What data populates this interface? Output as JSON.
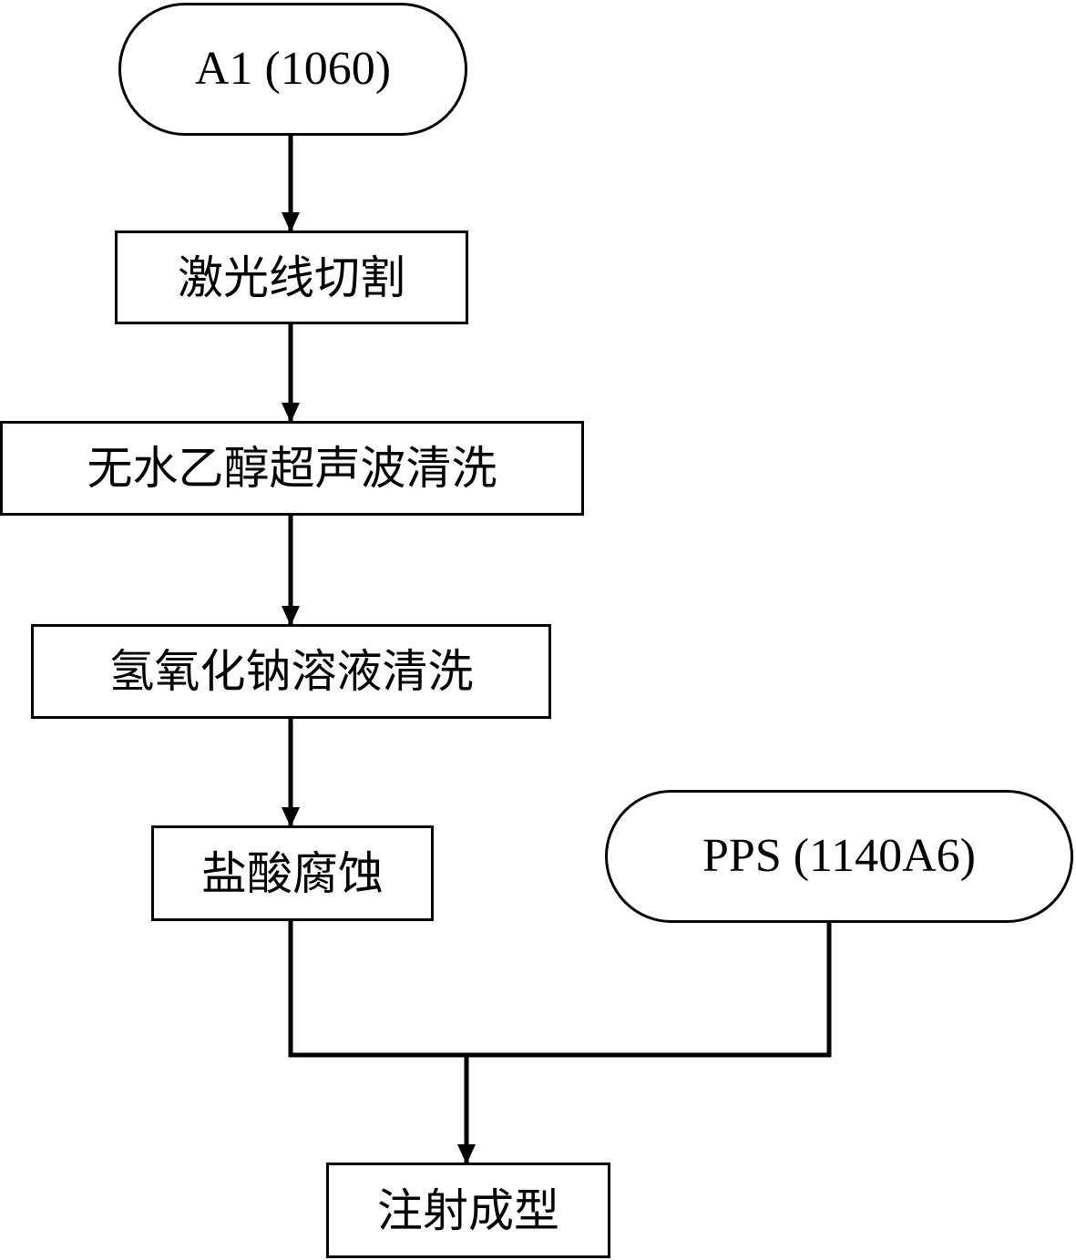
{
  "diagram": {
    "type": "flowchart",
    "nodes": {
      "start_material": {
        "shape": "terminal",
        "label": "A1 (1060)"
      },
      "laser_cut": {
        "shape": "process",
        "label": "激光线切割"
      },
      "ethanol_clean": {
        "shape": "process",
        "label": "无水乙醇超声波清洗"
      },
      "naoh_clean": {
        "shape": "process",
        "label": "氢氧化钠溶液清洗"
      },
      "hcl_etch": {
        "shape": "process",
        "label": "盐酸腐蚀"
      },
      "polymer": {
        "shape": "terminal",
        "label": "PPS (1140A6)"
      },
      "injection": {
        "shape": "process",
        "label": "注射成型"
      }
    },
    "edges": [
      {
        "from": "start_material",
        "to": "laser_cut"
      },
      {
        "from": "laser_cut",
        "to": "ethanol_clean"
      },
      {
        "from": "ethanol_clean",
        "to": "naoh_clean"
      },
      {
        "from": "naoh_clean",
        "to": "hcl_etch"
      },
      {
        "from": "hcl_etch",
        "to": "injection"
      },
      {
        "from": "polymer",
        "to": "injection"
      }
    ],
    "colors": {
      "stroke": "#000000",
      "fill": "#ffffff",
      "text": "#000000"
    }
  }
}
